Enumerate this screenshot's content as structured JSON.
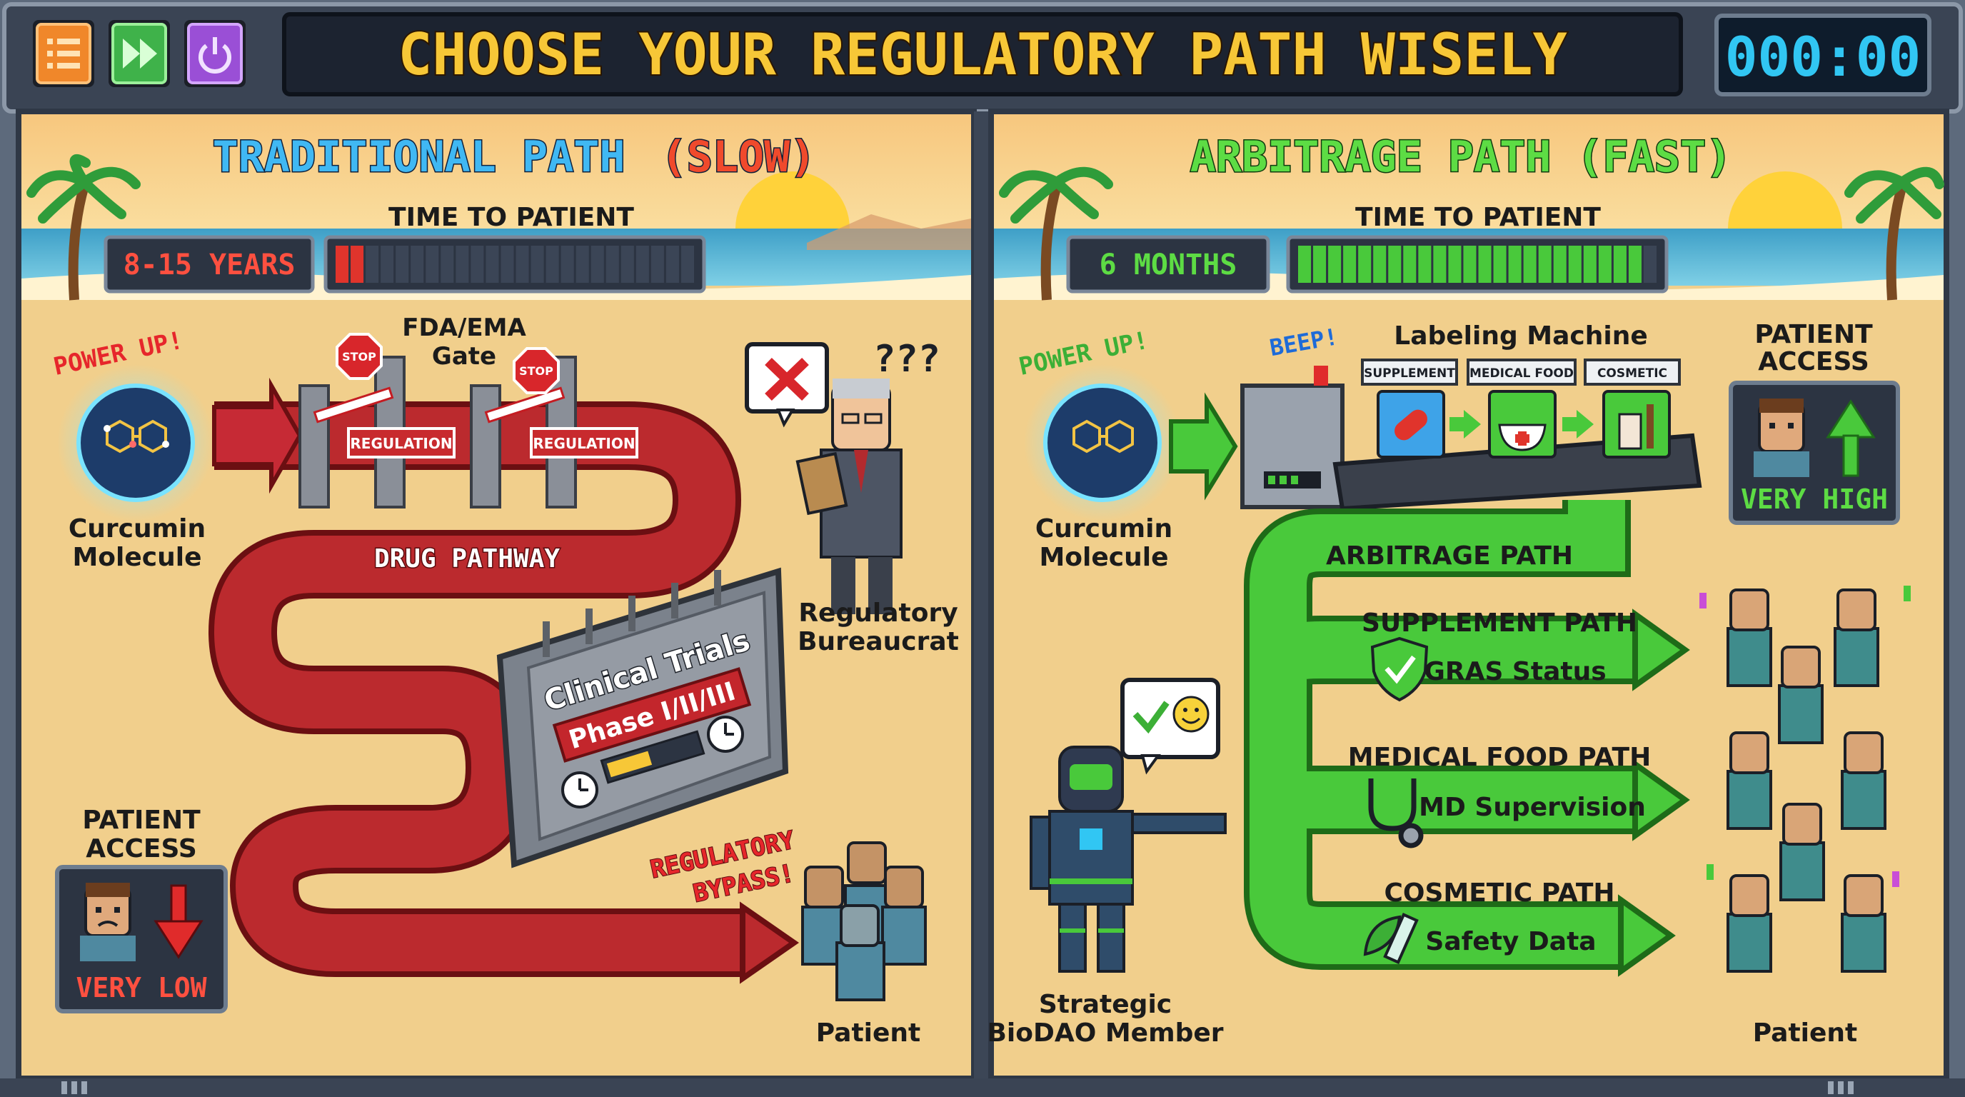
{
  "header": {
    "title": "CHOOSE YOUR REGULATORY PATH WISELY",
    "timer": "000:00",
    "buttons": [
      {
        "label": "menu",
        "icon": "menu-icon",
        "color": "#f0872a"
      },
      {
        "label": "fast-forward",
        "icon": "fast-forward-icon",
        "color": "#3fb24a"
      },
      {
        "label": "power",
        "icon": "power-icon",
        "color": "#9a4fd6"
      }
    ]
  },
  "left": {
    "title_main": "TRADITIONAL PATH",
    "title_tag": "(SLOW)",
    "time_label": "TIME TO PATIENT",
    "time_value": "8-15 YEARS",
    "time_progress": 0.07,
    "power_up": "POWER UP!",
    "molecule_label_1": "Curcumin",
    "molecule_label_2": "Molecule",
    "gate_label_1": "FDA/EMA",
    "gate_label_2": "Gate",
    "stop_sign": "STOP",
    "regulation_sign": "REGULATION",
    "pathway_label": "DRUG PATHWAY",
    "wall_title": "Clinical Trials",
    "wall_subtitle": "Phase I/II/III",
    "bypass_1": "REGULATORY",
    "bypass_2": "BYPASS!",
    "bureaucrat_1": "Regulatory",
    "bureaucrat_2": "Bureaucrat",
    "bureaucrat_thought": "???",
    "access_label_1": "PATIENT",
    "access_label_2": "ACCESS",
    "access_value": "VERY LOW",
    "patient_label": "Patient"
  },
  "right": {
    "title": "ARBITRAGE PATH (FAST)",
    "time_label": "TIME TO PATIENT",
    "time_value": "6 MONTHS",
    "time_progress": 0.97,
    "power_up": "POWER UP!",
    "beep": "BEEP!",
    "molecule_label_1": "Curcumin",
    "molecule_label_2": "Molecule",
    "machine_label": "Labeling Machine",
    "machine_tags": [
      "SUPPLEMENT",
      "MEDICAL FOOD",
      "COSMETIC"
    ],
    "pathway_label": "ARBITRAGE PATH",
    "paths": [
      {
        "title": "SUPPLEMENT PATH",
        "badge": "GRAS Status",
        "icon": "shield-check-icon"
      },
      {
        "title": "MEDICAL FOOD PATH",
        "badge": "MD Supervision",
        "icon": "stethoscope-icon"
      },
      {
        "title": "COSMETIC PATH",
        "badge": "Safety Data",
        "icon": "leaf-tube-icon"
      }
    ],
    "member_1": "Strategic",
    "member_2": "BioDAO Member",
    "access_label_1": "PATIENT",
    "access_label_2": "ACCESS",
    "access_value": "VERY HIGH",
    "patient_label": "Patient"
  },
  "colors": {
    "sand": "#f1cf8c",
    "road_red": "#b8262b",
    "road_green": "#49c93b",
    "title_yellow": "#f7c737",
    "timer_cyan": "#31c6f3"
  }
}
